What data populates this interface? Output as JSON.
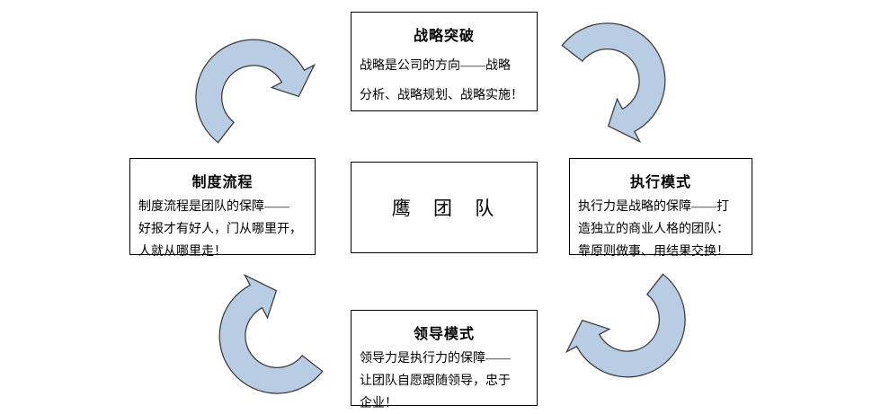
{
  "diagram": {
    "type": "cycle-diagram",
    "center_node": {
      "label": "鹰 团 队"
    },
    "nodes": {
      "top": {
        "title": "战略突破",
        "body": "战略是公司的方向——战略\n分析、战略规划、战略实施！"
      },
      "right": {
        "title": "执行模式",
        "body": "执行力是战略的保障——打\n造独立的商业人格的团队：\n靠原则做事、用结果交换！"
      },
      "bottom": {
        "title": "领导模式",
        "body": "领导力是执行力的保障——\n让团队自愿跟随领导，忠于\n企业！"
      },
      "left": {
        "title": "制度流程",
        "body": "制度流程是团队的保障——\n好报才有好人，门从哪里开，\n人就从哪里走！"
      }
    },
    "arrows": [
      {
        "from": "制度流程",
        "to": "战略突破",
        "position": "top-left",
        "direction": "clockwise"
      },
      {
        "from": "战略突破",
        "to": "执行模式",
        "position": "top-right",
        "direction": "clockwise"
      },
      {
        "from": "执行模式",
        "to": "领导模式",
        "position": "bottom-right",
        "direction": "clockwise"
      },
      {
        "from": "领导模式",
        "to": "制度流程",
        "position": "bottom-left",
        "direction": "clockwise"
      }
    ],
    "colors": {
      "arrow_fill": "#b8cce4",
      "arrow_stroke": "#3a3a3a",
      "box_border": "#000000",
      "text": "#000000",
      "background": "#ffffff"
    }
  }
}
